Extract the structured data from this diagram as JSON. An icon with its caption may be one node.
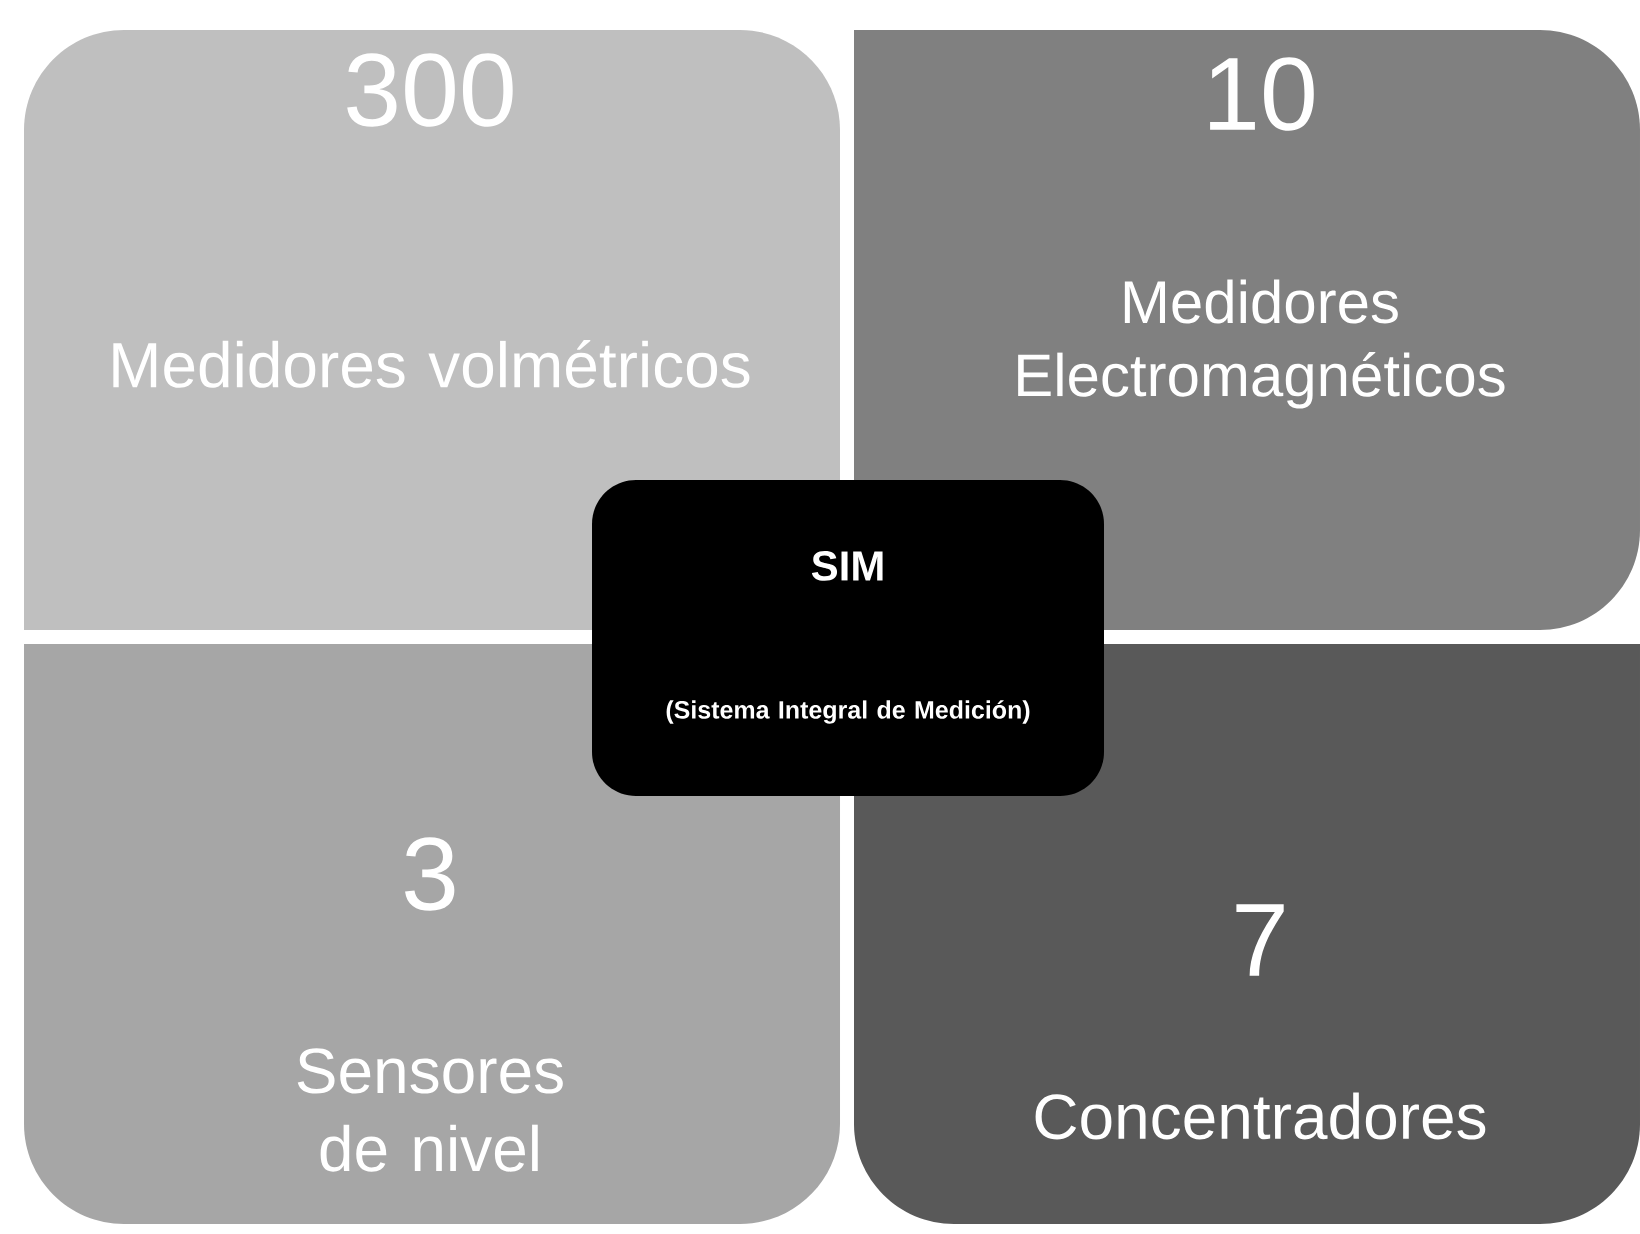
{
  "diagram": {
    "nodes": [
      {
        "text": [
          "300",
          "Medidores volmétricos"
        ]
      },
      {
        "text": [
          "10",
          "Medidores Electromagnéticos"
        ]
      },
      {
        "text": [
          "3",
          "Sensores de nivel"
        ]
      },
      {
        "text": [
          "7",
          "Concentradores"
        ]
      },
      {
        "text": [
          "SIM",
          "(Sistema Integral de Medición)"
        ]
      }
    ]
  }
}
